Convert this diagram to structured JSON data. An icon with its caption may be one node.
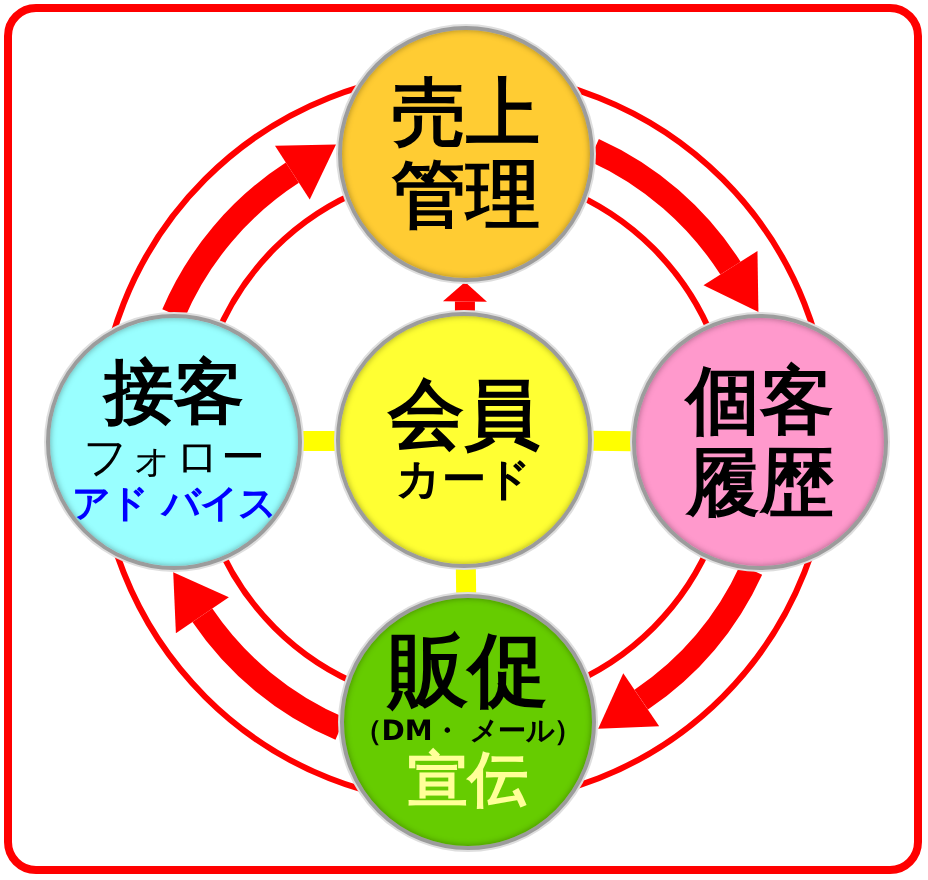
{
  "diagram": {
    "nodes": [
      {
        "text": [
          "売上管理"
        ]
      },
      {
        "text": [
          "接客",
          "フォロー",
          "アド バイス"
        ]
      },
      {
        "text": [
          "会員",
          "カード"
        ]
      },
      {
        "text": [
          "個客履歴"
        ]
      },
      {
        "text": [
          "販促",
          "（DM・ メール）",
          "宣伝"
        ]
      }
    ],
    "edges": [
      {
        "from": 2,
        "to": 0,
        "arrow": "to"
      },
      {
        "from": 2,
        "to": 1,
        "arrow": "none",
        "color": "#ffff00"
      },
      {
        "from": 2,
        "to": 3,
        "arrow": "none",
        "color": "#ffff00"
      },
      {
        "from": 2,
        "to": 4,
        "arrow": "none",
        "color": "#ffff00"
      },
      {
        "from": 0,
        "to": 3,
        "arrow": "to"
      },
      {
        "from": 3,
        "to": 4,
        "arrow": "to"
      },
      {
        "from": 4,
        "to": 1,
        "arrow": "to"
      },
      {
        "from": 1,
        "to": 0,
        "arrow": "to"
      }
    ]
  }
}
